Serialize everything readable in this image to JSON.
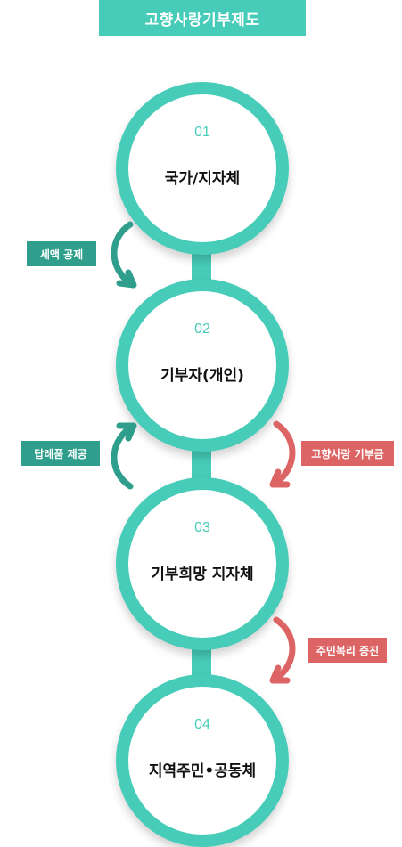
{
  "title": "고향사랑기부제도",
  "colors": {
    "primary": "#46ccb8",
    "tag_teal": "#2f9e8c",
    "tag_red": "#dd6464",
    "arrow_teal": "#2f9e8c",
    "arrow_red": "#dd6464"
  },
  "steps": [
    {
      "num": "01",
      "label": "국가/지자체"
    },
    {
      "num": "02",
      "label": "기부자(개인)"
    },
    {
      "num": "03",
      "label": "기부희망 지자체"
    },
    {
      "num": "04",
      "label": "지역주민•공동체"
    }
  ],
  "flows": [
    {
      "label": "세액 공제",
      "direction": "left",
      "icon": "curved-arrow-down-right"
    },
    {
      "label": "답례품 제공",
      "direction": "left",
      "icon": "curved-arrow-up-right"
    },
    {
      "label": "고향사랑 기부금",
      "direction": "right",
      "icon": "curved-arrow-down-left"
    },
    {
      "label": "주민복리 증진",
      "direction": "right",
      "icon": "curved-arrow-down-left"
    }
  ]
}
